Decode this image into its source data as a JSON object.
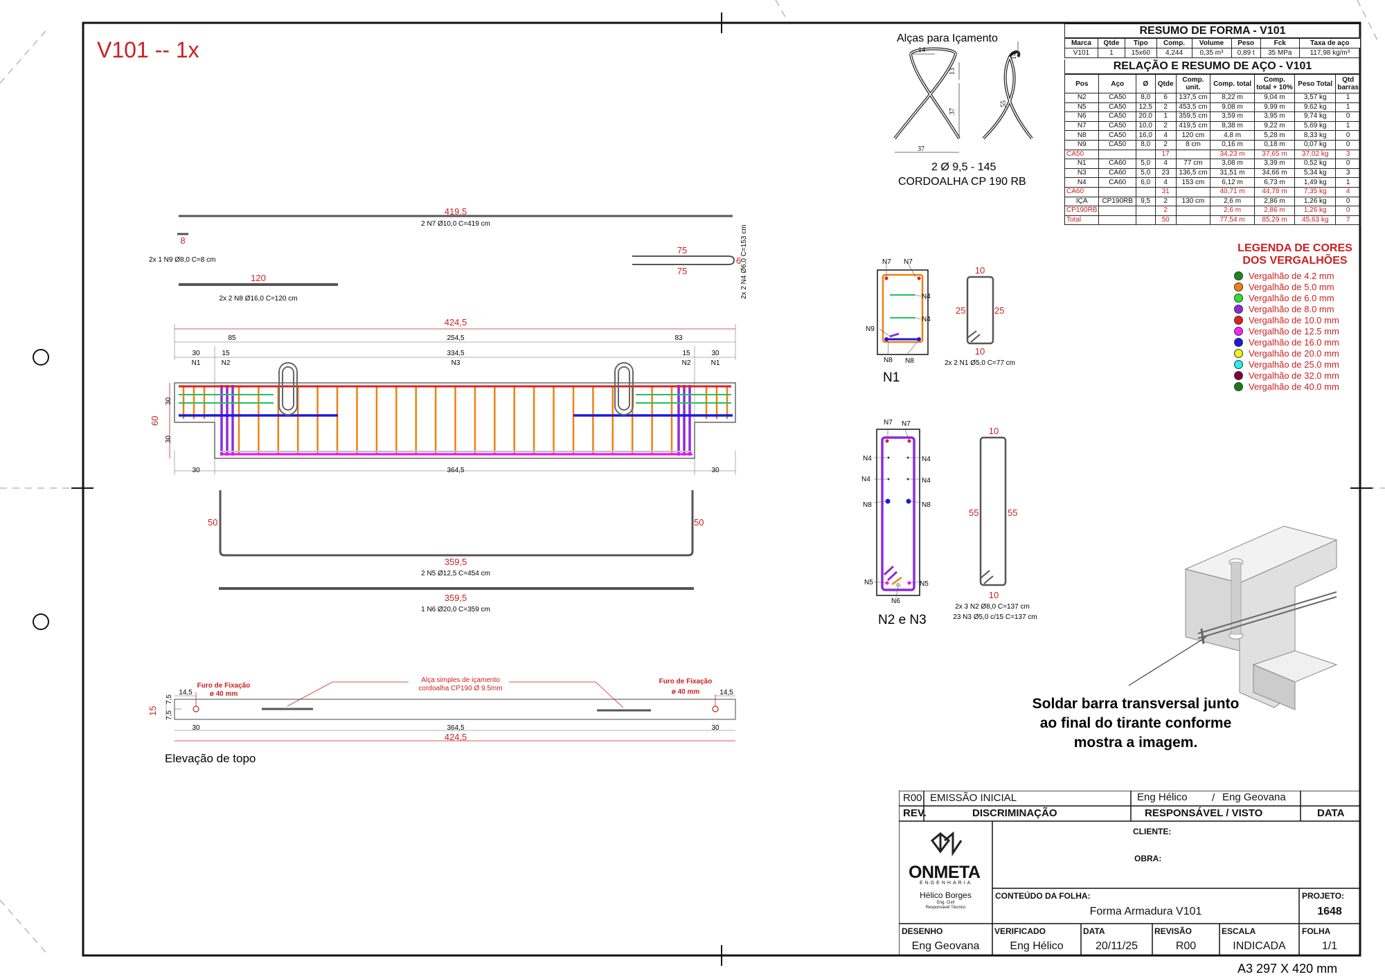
{
  "sheet": {
    "title": "V101 -- 1x",
    "paper_size": "A3 297 X 420 mm",
    "elevacao_topo": "Elevação de topo",
    "solda_note": [
      "Soldar barra transversal junto",
      "ao final do tirante conforme",
      "mostra a imagem."
    ]
  },
  "colors": {
    "n7": "#e02020",
    "n5": "#ff00ff",
    "n6": "#a0a0a0",
    "n9": "#6a1fb0",
    "stirrup": "#f08010",
    "n2": "#8a2be2",
    "n8": "#1a1adf",
    "n4": "#20c060",
    "accent": "#cc1f1f"
  },
  "alcas": {
    "title": "Alças para Içamento",
    "dims": [
      "14",
      "13",
      "37",
      "37",
      "14",
      "55"
    ],
    "spec1": "2 Ø 9,5 - 145",
    "spec2": "CORDOALHA CP 190 RB"
  },
  "resumo_forma": {
    "title": "RESUMO DE FORMA - V101",
    "headers": [
      "Marca",
      "Qtde",
      "Tipo",
      "Comp.",
      "Volume",
      "Peso",
      "Fck",
      "Taxa de aço"
    ],
    "row": [
      "V101",
      "1",
      "15x60",
      "4,244",
      "0,35 m³",
      "0,89 t",
      "35 MPa",
      "117,98 kg/m³"
    ]
  },
  "relacao_aco": {
    "title": "RELAÇÃO E RESUMO DE AÇO - V101",
    "headers": [
      "Pos",
      "Aço",
      "Ø",
      "Qtde",
      "Comp. unit.",
      "Comp. total",
      "Comp. total + 10%",
      "Peso Total",
      "Qtd barras"
    ],
    "rows": [
      [
        "N2",
        "CA50",
        "8,0",
        "6",
        "137,5 cm",
        "8,22 m",
        "9,04 m",
        "3,57 kg",
        "1"
      ],
      [
        "N5",
        "CA50",
        "12,5",
        "2",
        "453,5 cm",
        "9,08 m",
        "9,99 m",
        "9,62 kg",
        "1"
      ],
      [
        "N6",
        "CA50",
        "20,0",
        "1",
        "359,5 cm",
        "3,59 m",
        "3,95 m",
        "9,74 kg",
        "0"
      ],
      [
        "N7",
        "CA50",
        "10,0",
        "2",
        "419,5 cm",
        "8,38 m",
        "9,22 m",
        "5,69 kg",
        "1"
      ],
      [
        "N8",
        "CA50",
        "16,0",
        "4",
        "120 cm",
        "4,8 m",
        "5,28 m",
        "8,33 kg",
        "0"
      ],
      [
        "N9",
        "CA50",
        "8,0",
        "2",
        "8 cm",
        "0,16 m",
        "0,18 m",
        "0,07 kg",
        "0"
      ],
      [
        "CA50",
        "",
        "",
        "17",
        "",
        "34,23 m",
        "37,65 m",
        "37,02 kg",
        "3"
      ],
      [
        "N1",
        "CA60",
        "5,0",
        "4",
        "77 cm",
        "3,08 m",
        "3,39 m",
        "0,52 kg",
        "0"
      ],
      [
        "N3",
        "CA60",
        "5,0",
        "23",
        "136,5 cm",
        "31,51 m",
        "34,66 m",
        "5,34 kg",
        "3"
      ],
      [
        "N4",
        "CA60",
        "6,0",
        "4",
        "153 cm",
        "6,12 m",
        "6,73 m",
        "1,49 kg",
        "1"
      ],
      [
        "CA60",
        "",
        "",
        "31",
        "",
        "40,71 m",
        "44,78 m",
        "7,35 kg",
        "4"
      ],
      [
        "IÇA",
        "CP190RB",
        "9,5",
        "2",
        "130 cm",
        "2,6 m",
        "2,86 m",
        "1,26 kg",
        "0"
      ],
      [
        "CP190RB",
        "",
        "",
        "2",
        "",
        "2,6 m",
        "2,86 m",
        "1,26 kg",
        "0"
      ],
      [
        "Total",
        "",
        "",
        "50",
        "",
        "77,54 m",
        "85,29 m",
        "45,63 kg",
        "7"
      ]
    ],
    "total_rows": [
      6,
      10,
      12,
      13
    ]
  },
  "legenda": {
    "title1": "LEGENDA DE CORES",
    "title2": "DOS VERGALHÕES",
    "items": [
      {
        "label": "Vergalhão de 4.2 mm",
        "color": "#1a8a1a"
      },
      {
        "label": "Vergalhão de 5.0 mm",
        "color": "#f08010"
      },
      {
        "label": "Vergalhão de 6.0 mm",
        "color": "#30e030"
      },
      {
        "label": "Vergalhão de 8.0 mm",
        "color": "#8a2be2"
      },
      {
        "label": "Vergalhão de 10.0 mm",
        "color": "#e02020"
      },
      {
        "label": "Vergalhão de 12.5 mm",
        "color": "#ff20ff"
      },
      {
        "label": "Vergalhão de 16.0 mm",
        "color": "#1a1adf"
      },
      {
        "label": "Vergalhão de 20.0 mm",
        "color": "#f0f020"
      },
      {
        "label": "Vergalhão de 25.0 mm",
        "color": "#20f0f0"
      },
      {
        "label": "Vergalhão de 32.0 mm",
        "color": "#800040"
      },
      {
        "label": "Vergalhão de 40.0 mm",
        "color": "#1a7a1a"
      }
    ]
  },
  "bars": {
    "n7_len": "419,5",
    "n7_spec": "2 N7 Ø10,0 C=419 cm",
    "n9_len": "8",
    "n9_spec": "2x 1 N9 Ø8,0 C=8 cm",
    "n8_len": "120",
    "n8_spec": "2x 2 N8 Ø16,0 C=120 cm",
    "n4_a": "75",
    "n4_b": "75",
    "n4_c": "6",
    "n4_spec": "2x 2 N4 Ø6,0 C=153 cm",
    "n5_len": "359,5",
    "n5_side_l": "50",
    "n5_side_r": "50",
    "n5_spec": "2 N5 Ø12,5 C=454 cm",
    "n6_len": "359,5",
    "n6_spec": "1 N6 Ø20,0 C=359 cm"
  },
  "elev": {
    "total": "424,5",
    "d85": "85",
    "d2545": "254,5",
    "d83": "83",
    "d30a": "30",
    "d15a": "15",
    "d3345": "334,5",
    "d15b": "15",
    "d30b": "30",
    "lbl_n1a": "N1",
    "lbl_n2a": "N2",
    "lbl_n3": "N3",
    "lbl_n2b": "N2",
    "lbl_n1b": "N1",
    "h60": "60",
    "h30a": "30",
    "h30b": "30",
    "b30a": "30",
    "b3645": "364,5",
    "b30b": "30"
  },
  "topo": {
    "furo_l1": "Furo de Fixação",
    "furo_l2": "ø 40 mm",
    "furo_r1": "Furo de Fixação",
    "furo_r2": "ø 40 mm",
    "alca1": "Alça simples de içamento",
    "alca2": "cordoalha CP190 Ø 9.5mm",
    "d145a": "14,5",
    "d145b": "14,5",
    "h15": "15",
    "h75a": "7,5",
    "h75b": "7,5",
    "b30a": "30",
    "b3645": "364,5",
    "b30b": "30",
    "total": "424,5"
  },
  "n1sec": {
    "n7a": "N7",
    "n7b": "N7",
    "n4a": "N4",
    "n4b": "N4",
    "n9": "N9",
    "n8a": "N8",
    "n8b": "N8",
    "title": "N1",
    "s_top": "10",
    "s_l": "25",
    "s_r": "25",
    "s_bot": "10",
    "spec": "2x 2 N1 Ø5,0 C=77 cm"
  },
  "n23sec": {
    "n7a": "N7",
    "n7b": "N7",
    "n4a": "N4",
    "n4b": "N4",
    "n4c": "N4",
    "n4d": "N4",
    "n8a": "N8",
    "n8b": "N8",
    "n5a": "N5",
    "n5b": "N5",
    "n6": "N6",
    "title": "N2 e N3",
    "s_top": "10",
    "s_l": "55",
    "s_r": "55",
    "s_bot": "10",
    "spec1": "2x 3 N2 Ø8,0 C=137 cm",
    "spec2": "23 N3 Ø5,0 c/15 C=137 cm"
  },
  "titleblock": {
    "rev_code": "R00",
    "rev_desc": "EMISSÃO INICIAL",
    "rev_resp": "Eng Hélico",
    "rev_slash": "/",
    "rev_visto": "Eng Geovana",
    "h_rev": "REV.",
    "h_disc": "DISCRIMINAÇÃO",
    "h_resp": "RESPONSÁVEL / VISTO",
    "h_data": "DATA",
    "logo_name": "ONMETA",
    "logo_sub": "ENGENHARIA",
    "person": "Hélico Borges",
    "person_role1": "Eng. Civil",
    "person_role2": "Responsável Técnico",
    "cliente": "CLIENTE:",
    "obra": "OBRA:",
    "conteudo": "CONTEÚDO DA FOLHA:",
    "conteudo_val": "Forma Armadura V101",
    "projeto": "PROJETO:",
    "projeto_val": "1648",
    "f_desenho": "DESENHO",
    "f_verificado": "VERIFICADO",
    "f_data": "DATA",
    "f_revisao": "REVISÃO",
    "f_escala": "ESCALA",
    "f_folha": "FOLHA",
    "v_desenho": "Eng Geovana",
    "v_verificado": "Eng Hélico",
    "v_data": "20/11/25",
    "v_revisao": "R00",
    "v_escala": "INDICADA",
    "v_folha": "1/1"
  }
}
